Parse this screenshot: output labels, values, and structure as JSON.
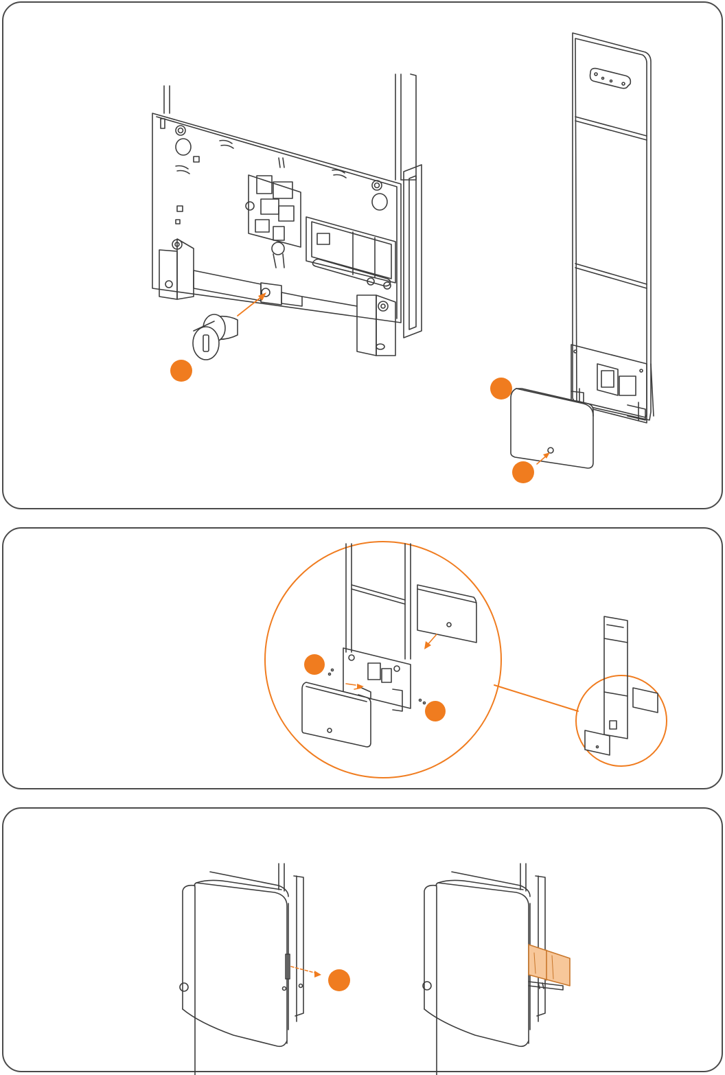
{
  "colors": {
    "accent": "#f07c1f",
    "line": "#3c3c3c",
    "panel_border": "#4a4a4a",
    "paper": "#ffffff",
    "tag_fill": "#f7c79a"
  },
  "panels": [
    {
      "id": "panel-1",
      "step_markers": [
        "marker-lock",
        "marker-cover",
        "marker-screw"
      ]
    },
    {
      "id": "panel-2",
      "step_markers": [
        "marker-left-screw",
        "marker-right-screw"
      ]
    },
    {
      "id": "panel-3",
      "step_markers": [
        "marker-label-insert"
      ]
    }
  ],
  "icons": [
    "lock-cylinder-icon",
    "cover-plate-icon",
    "tower-housing-icon",
    "label-card-icon"
  ]
}
